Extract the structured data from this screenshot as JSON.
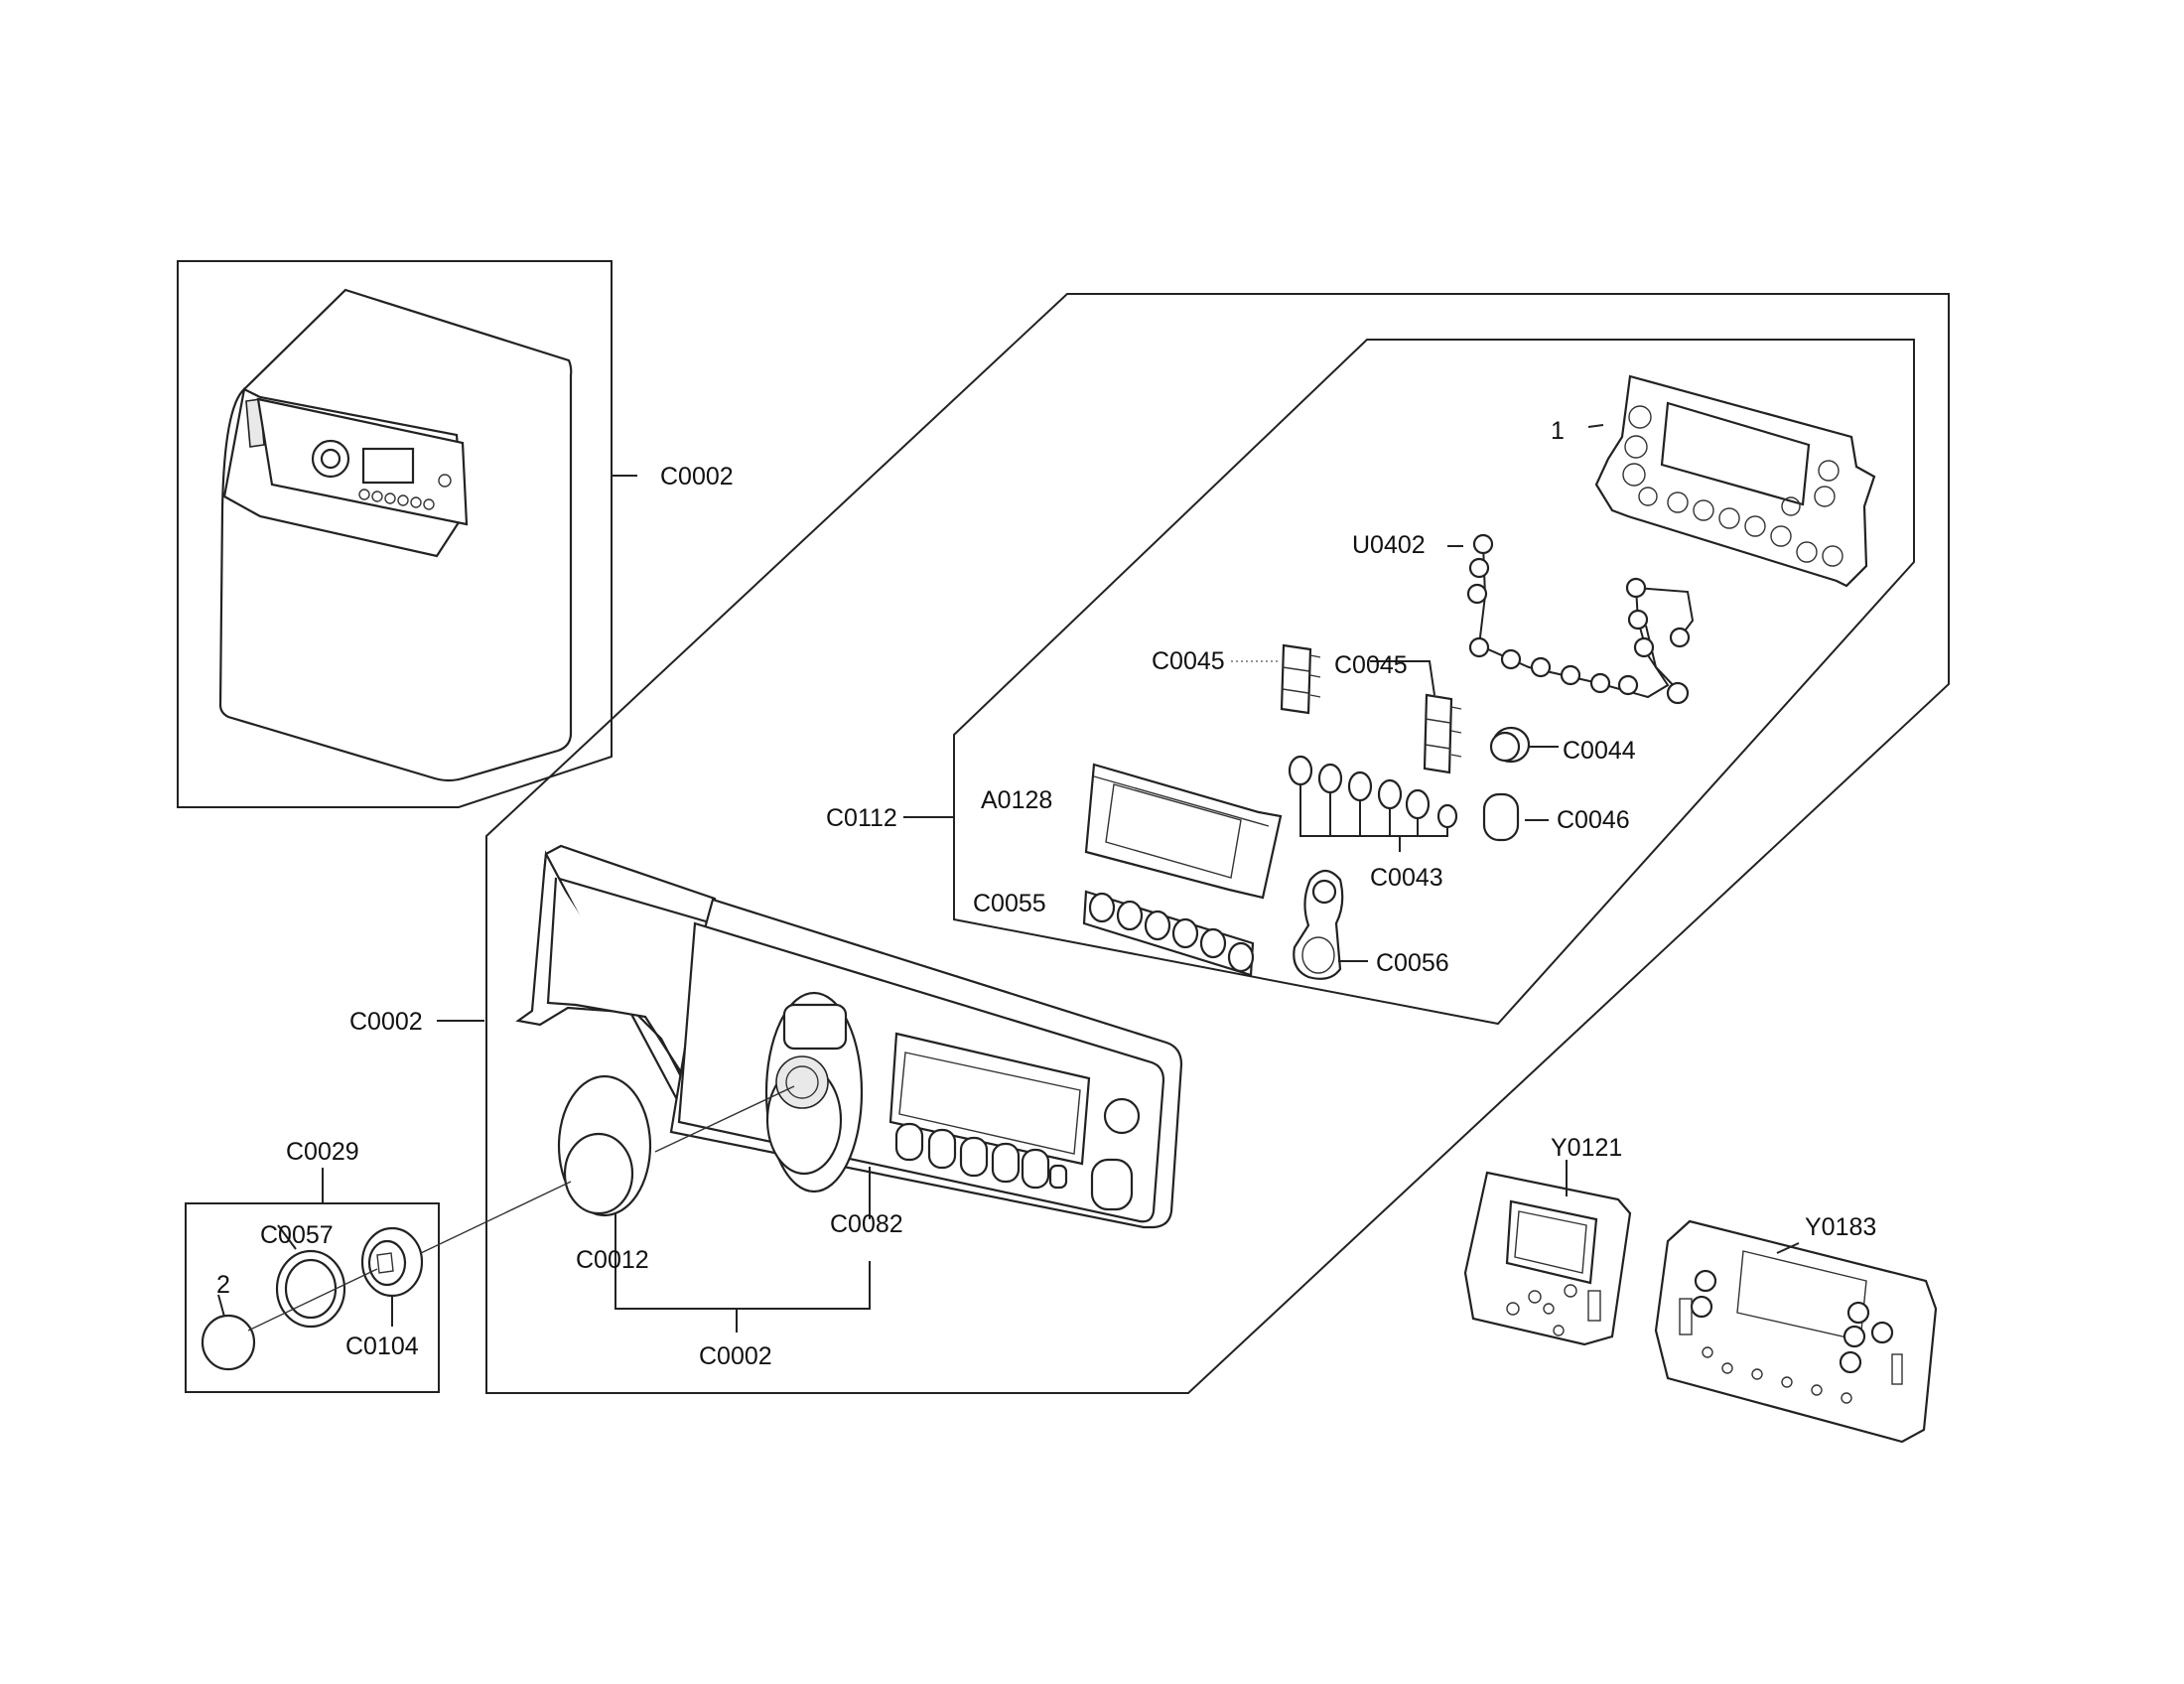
{
  "labels": {
    "c0002_top": "C0002",
    "num_1": "1",
    "u0402": "U0402",
    "c0045_left": "C0045",
    "c0045_right": "C0045",
    "c0044": "C0044",
    "a0128": "A0128",
    "c0112": "C0112",
    "c0046": "C0046",
    "c0043": "C0043",
    "c0055": "C0055",
    "c0056": "C0056",
    "c0002_left": "C0002",
    "c0029": "C0029",
    "c0057": "C0057",
    "num_2": "2",
    "c0104": "C0104",
    "c0012": "C0012",
    "c0082": "C0082",
    "c0002_bottom": "C0002",
    "y0121": "Y0121",
    "y0183": "Y0183"
  }
}
